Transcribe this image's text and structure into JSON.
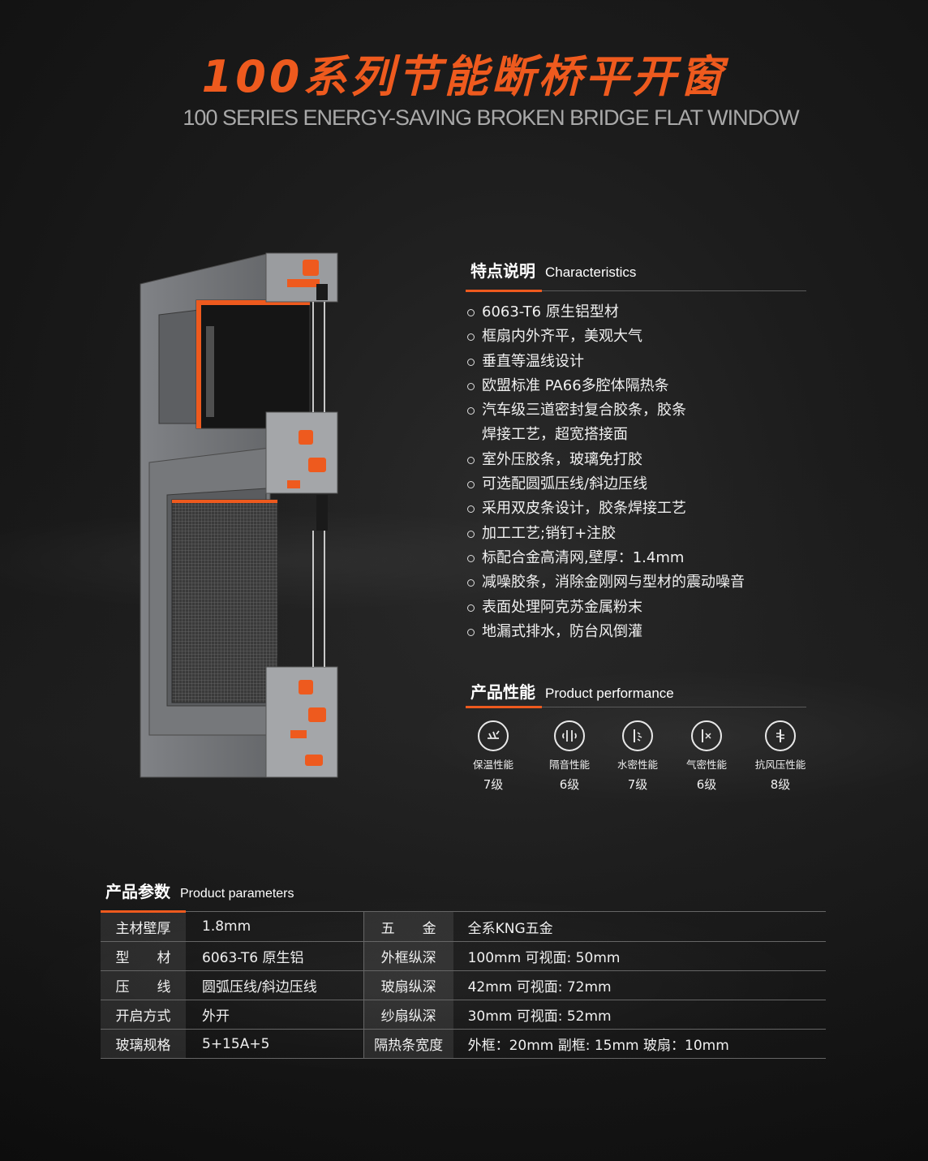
{
  "header": {
    "title_cn": "100系列节能断桥平开窗",
    "title_en": "100 SERIES ENERGY-SAVING BROKEN BRIDGE FLAT WINDOW"
  },
  "characteristics": {
    "title_cn": "特点说明",
    "title_en": "Characteristics",
    "items": [
      "6063-T6 原生铝型材",
      "框扇内外齐平，美观大气",
      "垂直等温线设计",
      "欧盟标准 PA66多腔体隔热条",
      "汽车级三道密封复合胶条，胶条",
      "焊接工艺，超宽搭接面",
      "室外压胶条，玻璃免打胶",
      "可选配圆弧压线/斜边压线",
      "采用双皮条设计，胶条焊接工艺",
      "加工工艺;销钉+注胶",
      "标配合金高清网,壁厚：1.4mm",
      "减噪胶条，消除金刚网与型材的震动噪音",
      "表面处理阿克苏金属粉末",
      "地漏式排水，防台风倒灌"
    ]
  },
  "performance": {
    "title_cn": "产品性能",
    "title_en": "Product performance",
    "items": [
      {
        "label": "保温性能",
        "level": "7级",
        "icon": "thermal-icon"
      },
      {
        "label": "隔音性能",
        "level": "6级",
        "icon": "sound-icon"
      },
      {
        "label": "水密性能",
        "level": "7级",
        "icon": "water-icon"
      },
      {
        "label": "气密性能",
        "level": "6级",
        "icon": "air-icon"
      },
      {
        "label": "抗风压性能",
        "level": "8级",
        "icon": "wind-icon"
      }
    ]
  },
  "parameters": {
    "title_cn": "产品参数",
    "title_en": "Product parameters",
    "rows": [
      {
        "k1": "主材壁厚",
        "v1": "1.8mm",
        "k2": "五　　金",
        "v2": "全系KNG五金"
      },
      {
        "k1": "型　　材",
        "v1": "6063-T6 原生铝",
        "k2": "外框纵深",
        "v2": "100mm 可视面: 50mm"
      },
      {
        "k1": "压　　线",
        "v1": "圆弧压线/斜边压线",
        "k2": "玻扇纵深",
        "v2": "42mm 可视面: 72mm"
      },
      {
        "k1": "开启方式",
        "v1": "外开",
        "k2": "纱扇纵深",
        "v2": "30mm 可视面: 52mm"
      },
      {
        "k1": "玻璃规格",
        "v1": "5+15A+5",
        "k2": "隔热条宽度",
        "v2": "外框：20mm 副框: 15mm 玻扇：10mm"
      }
    ]
  },
  "colors": {
    "accent": "#ee5a1e",
    "background": "#1c1c1c",
    "frame": "#707275"
  }
}
